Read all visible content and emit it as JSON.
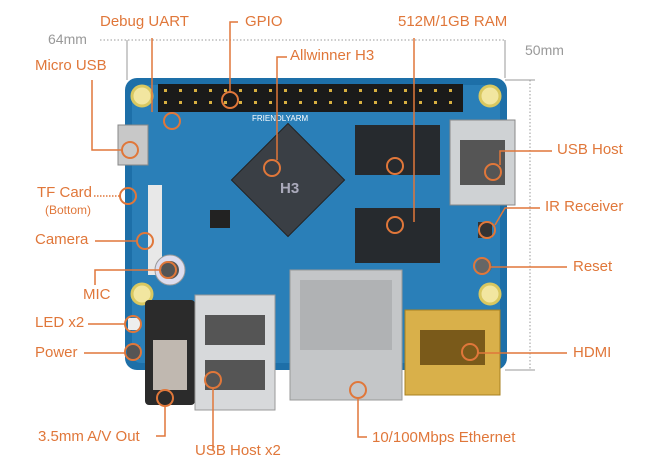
{
  "colors": {
    "accent": "#e0773a",
    "board": "#1d6fa8",
    "dimension": "#999999"
  },
  "dimensions": {
    "width": "64mm",
    "height": "50mm"
  },
  "labels": {
    "debug_uart": "Debug UART",
    "gpio": "GPIO",
    "ram": "512M/1GB RAM",
    "allwinner": "Allwinner H3",
    "micro_usb": "Micro USB",
    "usb_host": "USB Host",
    "tf_card": "TF Card",
    "tf_card_note": "(Bottom)",
    "ir_receiver": "IR Receiver",
    "camera": "Camera",
    "reset": "Reset",
    "mic": "MIC",
    "led": "LED x2",
    "power": "Power",
    "hdmi": "HDMI",
    "av_out": "3.5mm A/V Out",
    "usb_host_x2": "USB Host x2",
    "ethernet": "10/100Mbps Ethernet"
  },
  "board_print": {
    "brand": "FRIENDLYARM",
    "chip": "H3"
  }
}
